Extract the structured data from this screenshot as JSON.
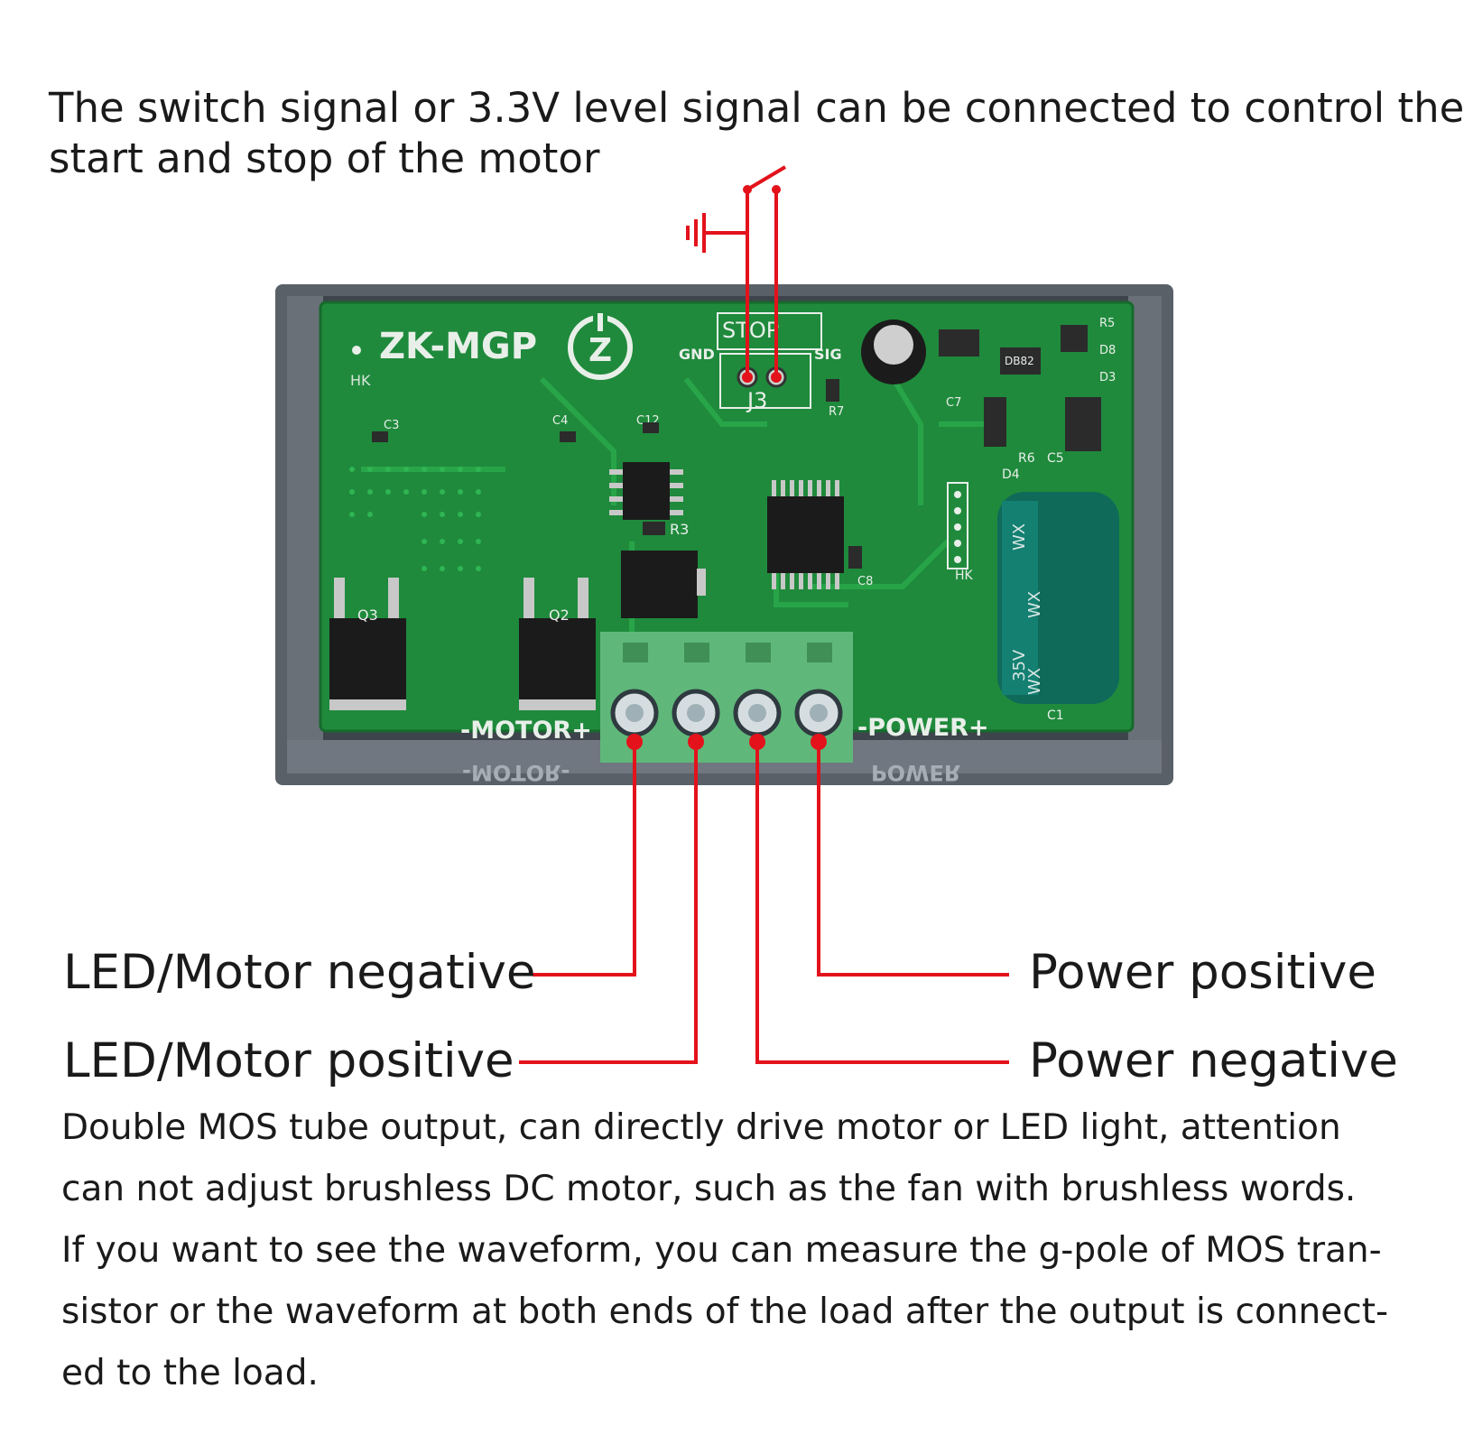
{
  "top_caption": {
    "line1": "The switch signal or 3.3V level signal can be connected to control the",
    "line2": "start and stop of the motor"
  },
  "board": {
    "model": "ZK-MGP",
    "switch_label": "STOP",
    "gnd_label": "GND",
    "sig_label": "SIG",
    "jumper_label": "J3",
    "motor_terminal": "-MOTOR+",
    "power_terminal": "-POWER+",
    "motor_terminal_mirror": "-MOTOR-",
    "power_terminal_mirror": "POWER",
    "mark_hk": "HK",
    "silk": [
      "C3",
      "C4",
      "C12",
      "R3",
      "Q3",
      "Q2",
      "R7",
      "C8",
      "R6",
      "C5",
      "D4",
      "C1",
      "R5",
      "D8",
      "D3",
      "HK",
      "C7"
    ],
    "chip_marks": [
      "DB82",
      "WX",
      "35V",
      "WX",
      "WX"
    ]
  },
  "labels": {
    "motor_negative": "LED/Motor negative",
    "motor_positive": "LED/Motor positive",
    "power_positive": "Power positive",
    "power_negative": "Power negative"
  },
  "description": {
    "line1": "Double MOS tube output, can directly drive motor or LED light, attention",
    "line2": "can not adjust brushless DC motor, such as the fan with brushless words.",
    "line3": "If you want to see the waveform, you can measure the g-pole of MOS tran-",
    "line4": "sistor or the waveform at both ends of the load after the output is connect-",
    "line5": "ed to the load."
  },
  "colors": {
    "wire": "#e3121b",
    "pcb": "#1f8a3c",
    "terminal": "#5fb87a",
    "case": "#5a6068"
  }
}
